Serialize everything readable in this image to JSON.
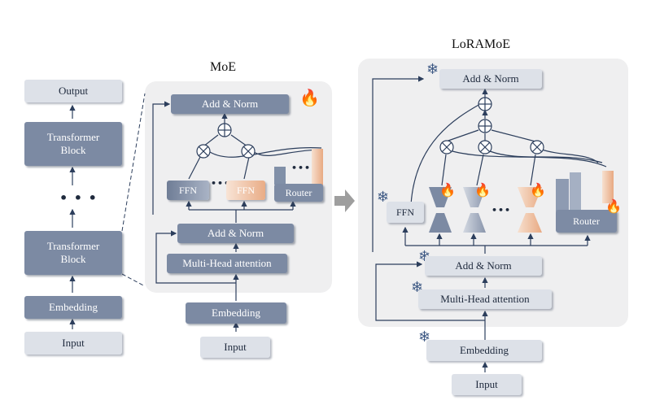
{
  "left_stack": {
    "output": "Output",
    "block_top": "Transformer Block",
    "ellipsis": "• • •",
    "block_bottom": "Transformer Block",
    "embedding": "Embedding",
    "input": "Input"
  },
  "moe": {
    "title": "MoE",
    "add_norm_top": "Add & Norm",
    "ffn_1": "FFN",
    "ffn_2": "FFN",
    "expert_dots": "•••",
    "router": "Router",
    "router_dots": "•••",
    "add_norm_mid": "Add & Norm",
    "attention": "Multi-Head attention",
    "embedding": "Embedding",
    "input": "Input"
  },
  "loramoe": {
    "title": "LoRAMoE",
    "add_norm_top": "Add & Norm",
    "ffn": "FFN",
    "expert_dots": "•••",
    "router": "Router",
    "add_norm_mid": "Add & Norm",
    "attention": "Multi-Head attention",
    "embedding": "Embedding",
    "input": "Input"
  },
  "icons": {
    "frozen": "snowflake-icon",
    "trainable": "fire-icon"
  },
  "colors": {
    "dark_block": "#7c8aa3",
    "light_block": "#dde1e8",
    "panel": "#efeff0",
    "peach": "#f0c7ad",
    "arrow": "#2c3e5c"
  }
}
